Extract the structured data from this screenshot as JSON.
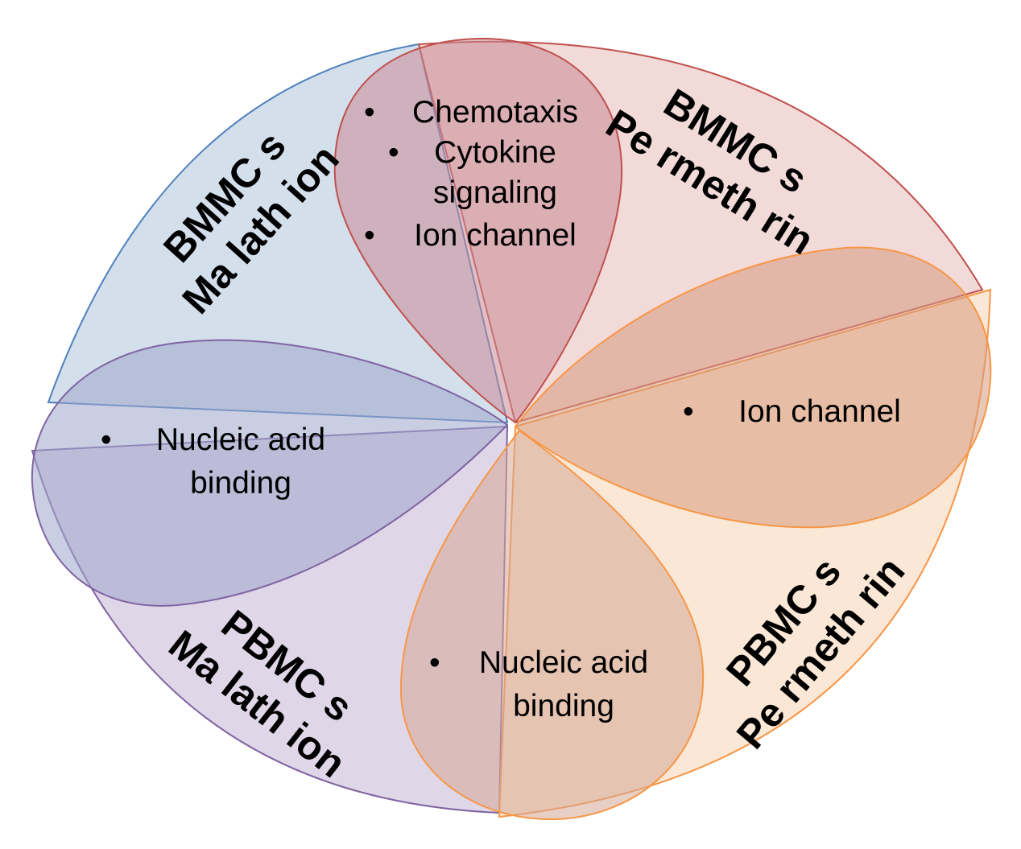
{
  "colors": {
    "blue": "#4f81bd",
    "red": "#c0504d",
    "purple": "#8064a2",
    "orange": "#f79646"
  },
  "quadrants": {
    "top_left": {
      "line1": "BMMC s",
      "line2": "Ma lath ion"
    },
    "top_right": {
      "line1": "BMMC s",
      "line2": "Pe rmeth rin"
    },
    "bottom_left": {
      "line1": "PBMC s",
      "line2": "Ma lath ion"
    },
    "bottom_right": {
      "line1": "PBMC s",
      "line2": "Pe rmeth rin"
    }
  },
  "petals": {
    "top": {
      "items": [
        {
          "bullet": "•",
          "line1": "Chemotaxis"
        },
        {
          "bullet": "•",
          "line1": "Cytokine",
          "line2": "signaling"
        },
        {
          "bullet": "•",
          "line1": "Ion channel"
        }
      ]
    },
    "right": {
      "items": [
        {
          "bullet": "•",
          "line1": "Ion channel"
        }
      ]
    },
    "left": {
      "items": [
        {
          "bullet": "•",
          "line1": "Nucleic acid",
          "line2": "binding"
        }
      ]
    },
    "bottom": {
      "items": [
        {
          "bullet": "•",
          "line1": "Nucleic acid",
          "line2": "binding"
        }
      ]
    }
  }
}
